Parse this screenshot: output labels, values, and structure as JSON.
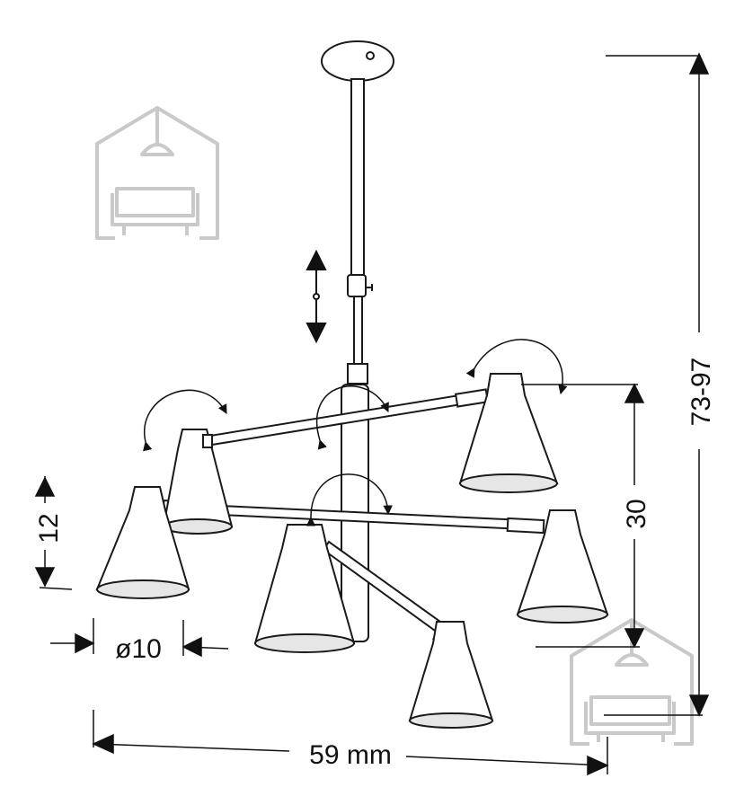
{
  "dimensions": {
    "height_range": "73-97",
    "shade_height": "12",
    "arm_drop": "30",
    "shade_diameter": "ø10",
    "total_width": "59 mm"
  },
  "icons": {
    "watermark": "house-lamp-sofa-icon",
    "adjust_arrows": "vertical-adjust-icon",
    "rotation": "rotation-arrow-icon"
  },
  "colors": {
    "line": "#1a1a1a",
    "watermark": "#c8c8c8",
    "shade_inner": "#e6e6e6"
  }
}
